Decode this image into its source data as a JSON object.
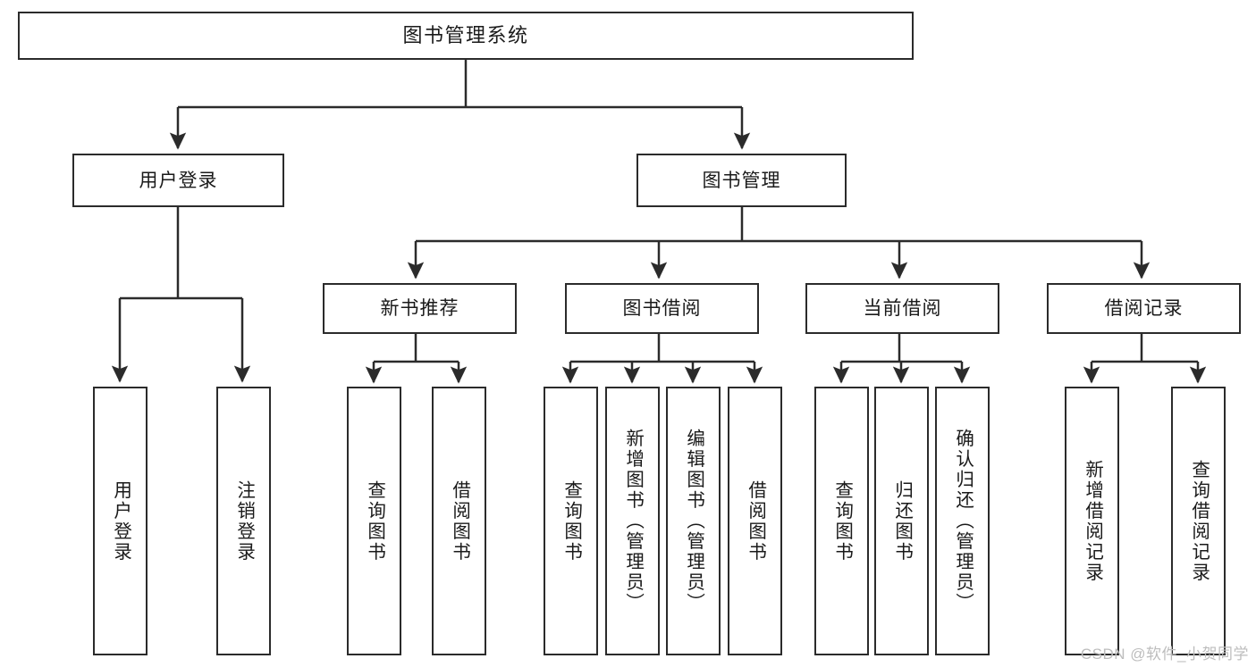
{
  "diagram": {
    "title": "图书管理系统",
    "type": "tree",
    "root": {
      "id": "root",
      "label": "图书管理系统",
      "orientation": "horizontal"
    },
    "level1": [
      {
        "id": "user-login",
        "label": "用户登录",
        "orientation": "horizontal"
      },
      {
        "id": "book-management",
        "label": "图书管理",
        "orientation": "horizontal"
      }
    ],
    "level2": [
      {
        "id": "new-book-recommend",
        "label": "新书推荐",
        "orientation": "horizontal",
        "parent": "book-management"
      },
      {
        "id": "book-borrow",
        "label": "图书借阅",
        "orientation": "horizontal",
        "parent": "book-management"
      },
      {
        "id": "current-borrow",
        "label": "当前借阅",
        "orientation": "horizontal",
        "parent": "book-management"
      },
      {
        "id": "borrow-record",
        "label": "借阅记录",
        "orientation": "horizontal",
        "parent": "book-management"
      }
    ],
    "leaves": [
      {
        "id": "leaf-user-login",
        "label": "用户登录",
        "orientation": "vertical",
        "parent": "user-login"
      },
      {
        "id": "leaf-user-logout",
        "label": "注销登录",
        "orientation": "vertical",
        "parent": "user-login"
      },
      {
        "id": "leaf-query-book-1",
        "label": "查询图书",
        "orientation": "vertical",
        "parent": "new-book-recommend"
      },
      {
        "id": "leaf-borrow-book-1",
        "label": "借阅图书",
        "orientation": "vertical",
        "parent": "new-book-recommend"
      },
      {
        "id": "leaf-query-book-2",
        "label": "查询图书",
        "orientation": "vertical",
        "parent": "book-borrow"
      },
      {
        "id": "leaf-add-book",
        "label": "新增图书（管理员）",
        "orientation": "vertical",
        "parent": "book-borrow"
      },
      {
        "id": "leaf-edit-book",
        "label": "编辑图书（管理员）",
        "orientation": "vertical",
        "parent": "book-borrow"
      },
      {
        "id": "leaf-borrow-book-2",
        "label": "借阅图书",
        "orientation": "vertical",
        "parent": "book-borrow"
      },
      {
        "id": "leaf-query-book-3",
        "label": "查询图书",
        "orientation": "vertical",
        "parent": "current-borrow"
      },
      {
        "id": "leaf-return-book",
        "label": "归还图书",
        "orientation": "vertical",
        "parent": "current-borrow"
      },
      {
        "id": "leaf-confirm-return",
        "label": "确认归还（管理员）",
        "orientation": "vertical",
        "parent": "current-borrow"
      },
      {
        "id": "leaf-add-record",
        "label": "新增借阅记录",
        "orientation": "vertical",
        "parent": "borrow-record"
      },
      {
        "id": "leaf-query-record",
        "label": "查询借阅记录",
        "orientation": "vertical",
        "parent": "borrow-record"
      }
    ],
    "colors": {
      "stroke": "#2b2b2b",
      "fill": "#ffffff",
      "text": "#1a1a1a",
      "watermark": "#bdbdbd"
    }
  },
  "watermark": {
    "text": "CSDN @软件_小贺同学"
  }
}
